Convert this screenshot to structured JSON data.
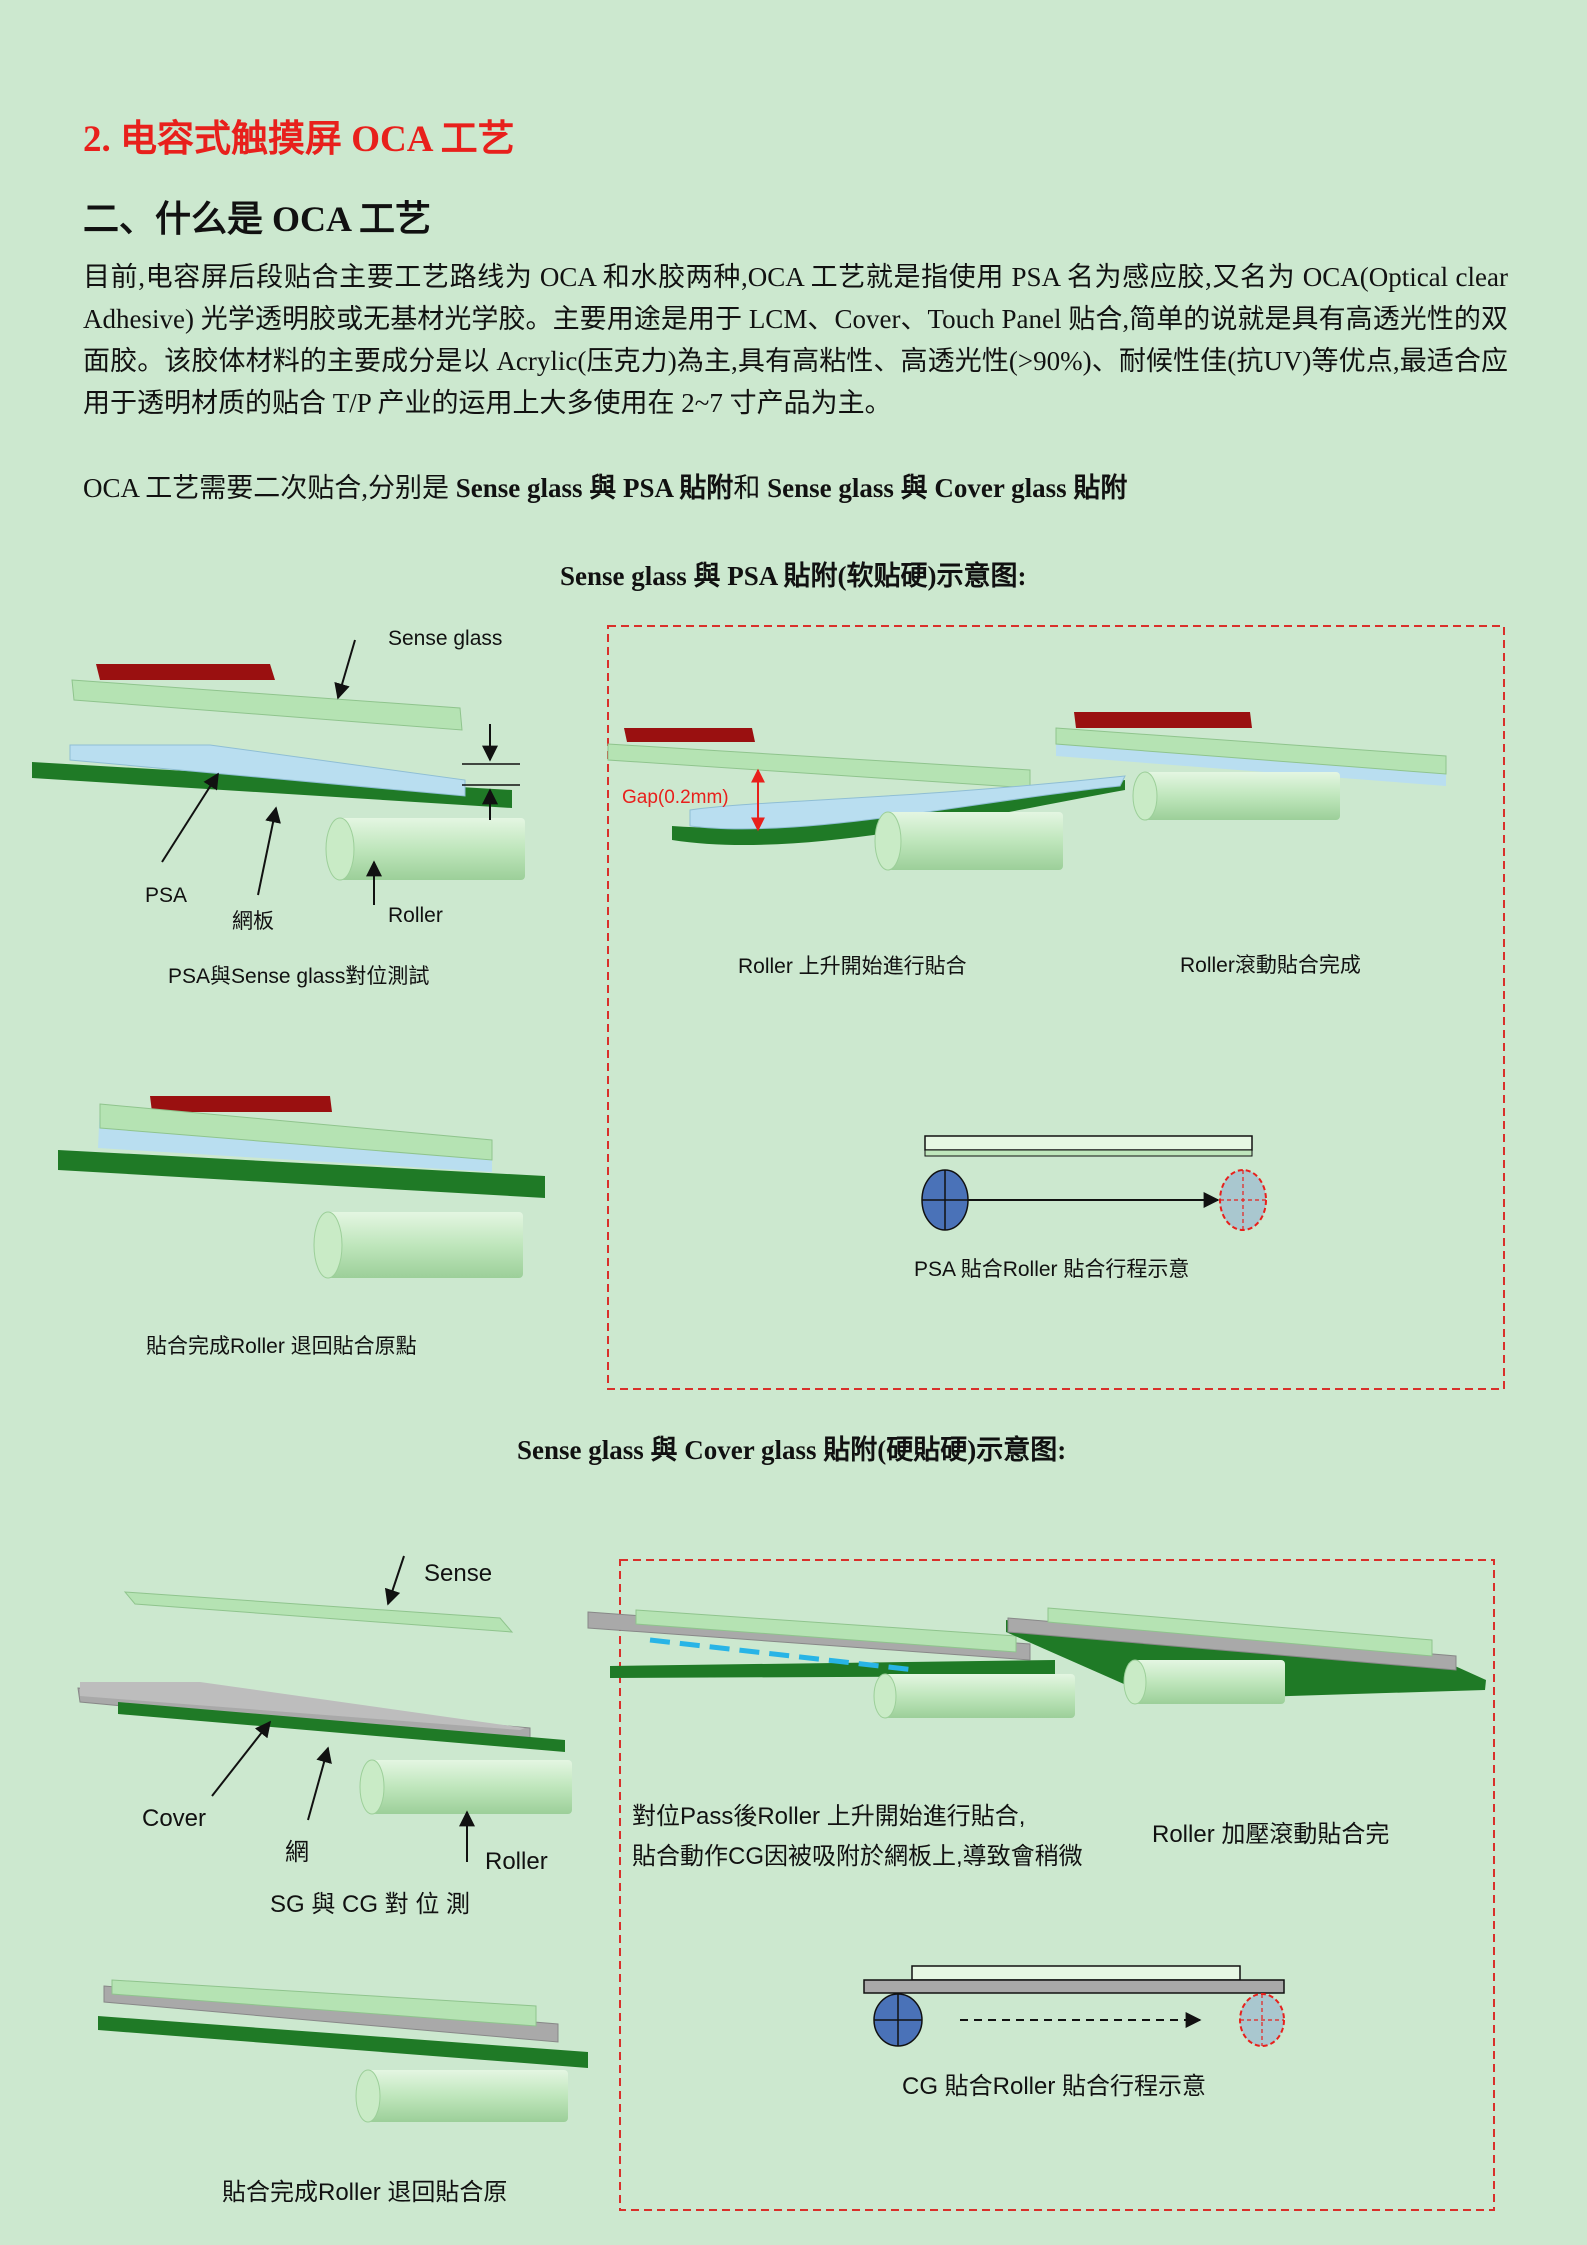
{
  "heading": {
    "main": "2.  电容式触摸屏 OCA 工艺",
    "sub": "二、什么是 OCA 工艺"
  },
  "intro": "目前,电容屏后段贴合主要工艺路线为 OCA 和水胶两种,OCA 工艺就是指使用 PSA 名为感应胶,又名为 OCA(Optical clear Adhesive) 光学透明胶或无基材光学胶。主要用途是用于 LCM、Cover、Touch Panel 贴合,简单的说就是具有高透光性的双面胶。该胶体材料的主要成分是以 Acrylic(压克力)為主,具有高粘性、高透光性(>90%)、耐候性佳(抗UV)等优点,最适合应用于透明材质的贴合 T/P 产业的运用上大多使用在 2~7 寸产品为主。",
  "process_line": {
    "prefix": "OCA 工艺需要二次贴合,分别是 ",
    "part1": "Sense glass 與 PSA 貼附",
    "mid": "和 ",
    "part2": "Sense glass 與 Cover glass 貼附"
  },
  "section1": {
    "title": "Sense glass 與 PSA 貼附(软贴硬)示意图:",
    "labels": {
      "sense_glass": "Sense glass",
      "psa": "PSA",
      "mesh": "網板",
      "roller": "Roller",
      "align_test": "PSA與Sense glass對位測試",
      "gap": "Gap(0.2mm)",
      "roller_up": "Roller 上升開始進行貼合",
      "roller_done": "Roller滾動貼合完成",
      "return_origin": "貼合完成Roller 退回貼合原點",
      "travel": "PSA 貼合Roller 貼合行程示意"
    }
  },
  "section2": {
    "title": "Sense glass 與 Cover glass 貼附(硬貼硬)示意图:",
    "labels": {
      "sense": "Sense",
      "cover": "Cover",
      "mesh": "網",
      "roller": "Roller",
      "align_test": "SG 與 CG 對 位 測",
      "note_line1": "對位Pass後Roller 上升開始進行貼合,",
      "note_line2": "貼合動作CG因被吸附於網板上,導致會稍微",
      "roller_done": "Roller 加壓滾動貼合完",
      "return_origin": "貼合完成Roller 退回貼合原",
      "travel": "CG 貼合Roller 貼合行程示意"
    }
  },
  "colors": {
    "heading_red": "#e8201c",
    "background": "#cce8cf",
    "glass_green": "#b5e3b3",
    "mesh_green": "#1f7a26",
    "psa_blue": "#b9def0",
    "cover_gray": "#a9a9a9",
    "tape_red": "#9a1010",
    "roller_blue": "#4a72b8"
  }
}
